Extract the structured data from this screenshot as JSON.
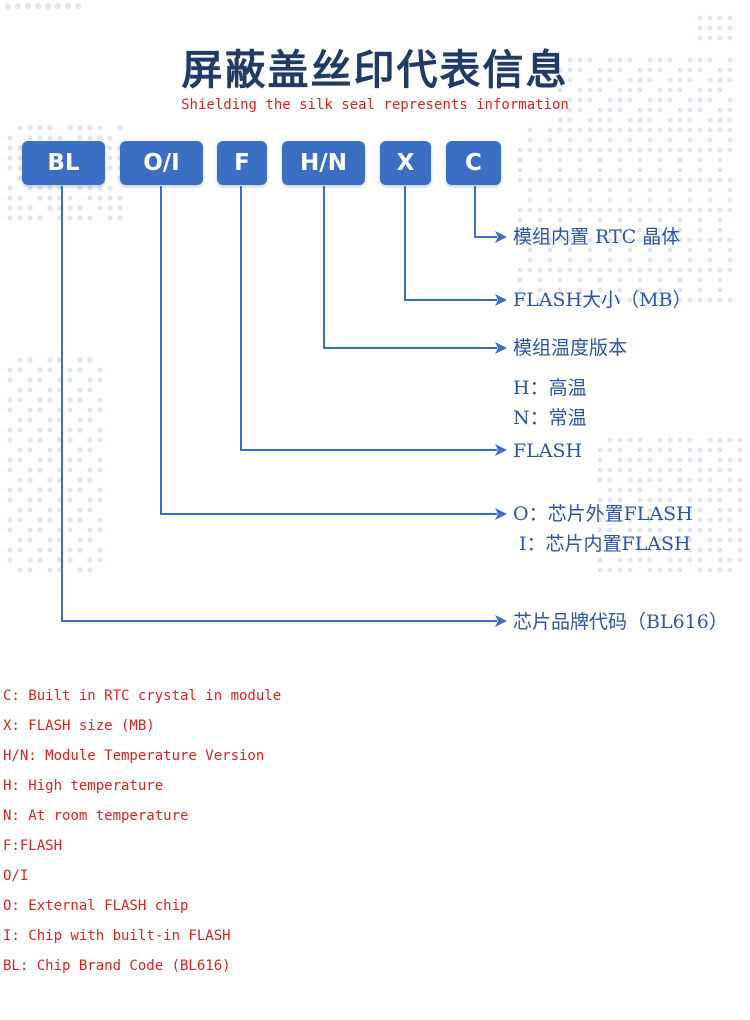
{
  "title": "屏蔽盖丝印代表信息",
  "subtitle": "Shielding the silk seal represents information",
  "colors": {
    "title": "#203c66",
    "box": "#3b6fc3",
    "line": "#3b6fc3",
    "label": "#2b55a5",
    "note": "#e02020",
    "dot": "#dfe6f1"
  },
  "code_segments": [
    "BL",
    "O/I",
    "F",
    "H/N",
    "X",
    "C"
  ],
  "descriptions": {
    "c": "模组内置 RTC 晶体",
    "x": "FLASH大小（MB）",
    "hn": "模组温度版本",
    "hn_h": "H：高温",
    "hn_n": "N：常温",
    "f": "FLASH",
    "oi_o": "O：芯片外置FLASH",
    "oi_i": "I：芯片内置FLASH",
    "bl": "芯片品牌代码（BL616）"
  },
  "notes": [
    "C: Built in RTC crystal in module",
    "X: FLASH size (MB)",
    "H/N: Module Temperature Version",
    "H: High temperature",
    "N: At room temperature",
    "F:FLASH",
    "O/I",
    "O: External FLASH chip",
    "I: Chip with built-in FLASH",
    "BL: Chip Brand Code (BL616)"
  ]
}
